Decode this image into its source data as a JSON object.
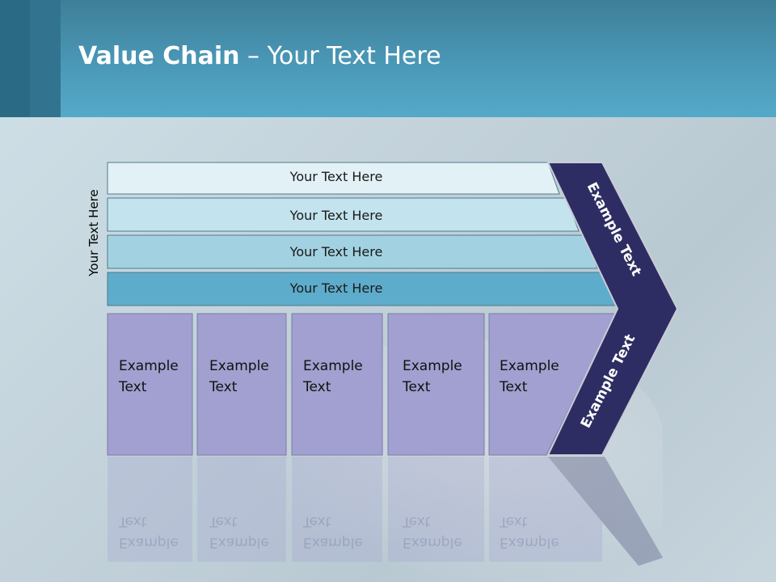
{
  "title": {
    "bold": "Value Chain",
    "rest": " – Your Text Here"
  },
  "side_label": "Your Text Here",
  "bars": [
    {
      "label": "Your Text Here",
      "color": "#e2f1f6"
    },
    {
      "label": "Your Text Here",
      "color": "#c3e3ee"
    },
    {
      "label": "Your Text Here",
      "color": "#a2d2e2"
    },
    {
      "label": "Your Text Here",
      "color": "#5eaccb"
    }
  ],
  "boxes": [
    {
      "line1": "Example",
      "line2": "Text"
    },
    {
      "line1": "Example",
      "line2": "Text"
    },
    {
      "line1": "Example",
      "line2": "Text"
    },
    {
      "line1": "Example",
      "line2": "Text"
    },
    {
      "line1": "Example",
      "line2": "Text"
    }
  ],
  "chevron": {
    "upper": "Example Text",
    "lower": "Example Text",
    "color": "#2e2d63"
  },
  "box_color": "#a1a0d0"
}
